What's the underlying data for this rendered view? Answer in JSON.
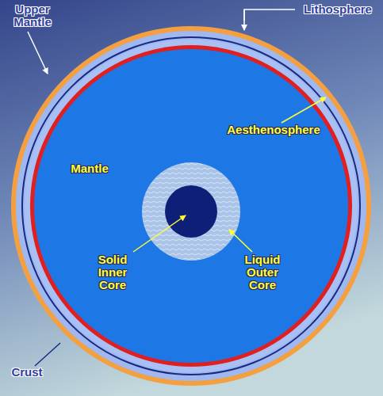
{
  "diagram": {
    "labels": [
      "Upper Mantle",
      "Lithosphere",
      "Aesthenosphere",
      "Mantle",
      "Solid Inner Core",
      "Liquid Outer Core",
      "Crust"
    ]
  }
}
